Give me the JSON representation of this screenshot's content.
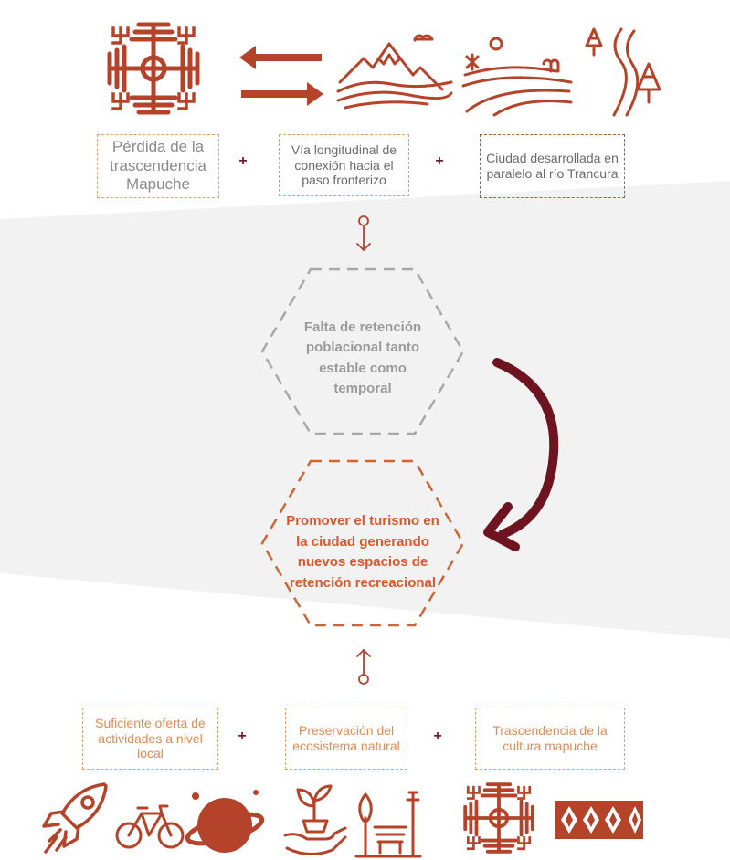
{
  "colors": {
    "rust": "#b5432a",
    "orange": "#e08a52",
    "orange_text": "#d9572b",
    "maroon": "#6e1420",
    "grey": "#a8a8a8",
    "grey_text": "#9b9b9b"
  },
  "top_causes": [
    {
      "text": "Pérdida de la trascendencia Mapuche"
    },
    {
      "text": "Vía longitudinal de conexión hacia el paso fronterizo"
    },
    {
      "text": "Ciudad desarrollada en paralelo al río Trancura"
    }
  ],
  "problem": {
    "text": "Falta de retención poblacional tanto estable como temporal"
  },
  "objective": {
    "text": "Promover el turismo en la ciudad generando nuevos espacios de retención recreacional"
  },
  "bottom_strategies": [
    {
      "text": "Suficiente oferta de actividades a nivel local"
    },
    {
      "text": "Preservación del ecosistema natural"
    },
    {
      "text": "Trascendencia de la cultura mapuche"
    }
  ],
  "connector_symbol": "+",
  "icons": {
    "top": [
      "mapuche-cultrun-icon",
      "two-way-arrows-icon",
      "mountains-icon",
      "countryside-field-icon",
      "river-trees-icon"
    ],
    "bottom": [
      "rocket-icon",
      "bicycle-icon",
      "planet-icon",
      "plant-in-hand-icon",
      "park-bench-icon",
      "mapuche-cultrun-icon",
      "mapuche-textile-pattern-icon"
    ]
  }
}
